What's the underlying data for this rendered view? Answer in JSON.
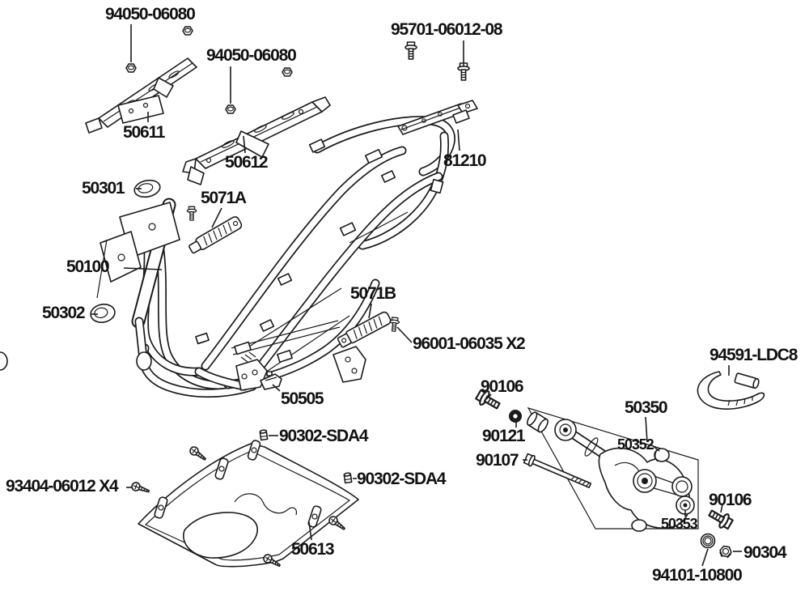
{
  "colors": {
    "background": "#ffffff",
    "line": "#1a1a1a"
  },
  "labels": {
    "p94050_1": "94050-06080",
    "p94050_2": "94050-06080",
    "p95701": "95701-06012-08",
    "p50611": "50611",
    "p50612": "50612",
    "p81210": "81210",
    "p50301": "50301",
    "p5071A": "5071A",
    "p50100": "50100",
    "p50302": "50302",
    "p5071B": "5071B",
    "p96001": "96001-06035 X2",
    "p94591": "94591-LDC8",
    "p90106a": "90106",
    "p50350": "50350",
    "p90121": "90121",
    "p50352": "50352",
    "p90107": "90107",
    "p50505": "50505",
    "p90302a": "90302-SDA4",
    "p90302b": "90302-SDA4",
    "p93404": "93404-06012 X4",
    "p50613": "50613",
    "p90106b": "90106",
    "p50353": "50353",
    "p90304": "90304",
    "p94101": "94101-10800"
  }
}
